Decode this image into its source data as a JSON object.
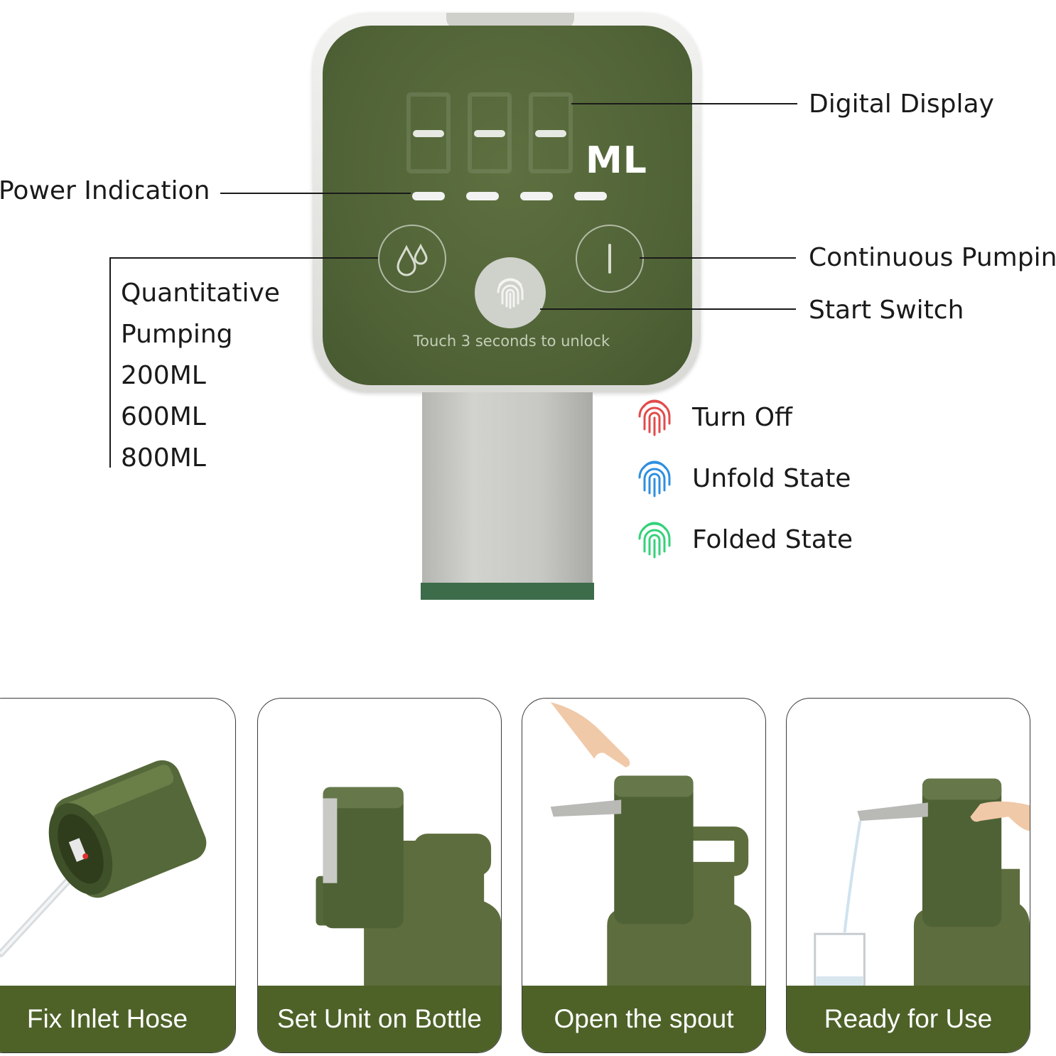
{
  "device": {
    "unit_label": "ML",
    "unlock_hint": "Touch 3 seconds to unlock"
  },
  "callouts": {
    "digital_display": "Digital Display",
    "power_indication": "Power Indication",
    "continuous_pumping": "Continuous Pumping",
    "start_switch": "Start Switch",
    "quantitative_pumping": [
      "Quantitative",
      "Pumping",
      "200ML",
      "600ML",
      "800ML"
    ]
  },
  "states": [
    {
      "label": "Turn Off",
      "color": "#e24b4b"
    },
    {
      "label": "Unfold State",
      "color": "#2f8fe0"
    },
    {
      "label": "Folded State",
      "color": "#34d27a"
    }
  ],
  "steps": [
    {
      "caption": "Fix Inlet Hose"
    },
    {
      "caption": "Set Unit on Bottle"
    },
    {
      "caption": "Open the spout"
    },
    {
      "caption": "Ready for Use"
    }
  ],
  "colors": {
    "olive": "#4f6236",
    "caption_bg": "#4e6228",
    "neck_base": "#3d6c4a"
  }
}
